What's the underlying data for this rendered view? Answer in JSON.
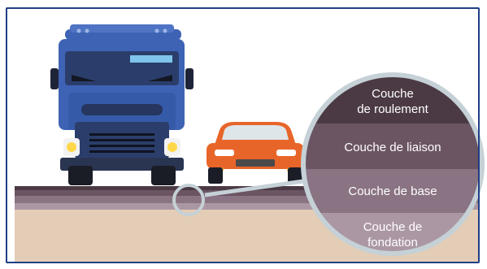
{
  "diagram": {
    "layers": [
      {
        "label": "Couche\nde roulement",
        "color": "#4b3a44"
      },
      {
        "label": "Couche de liaison",
        "color": "#6b5563"
      },
      {
        "label": "Couche de base",
        "color": "#8a7382"
      },
      {
        "label": "Couche de\nfondation",
        "color": "#ab97a4"
      }
    ],
    "colors": {
      "frame": "#1f3f86",
      "ground": "#e4cdb6",
      "truck": "#3e63b5",
      "car": "#e8652a",
      "magnifier_ring": "#c5d1d6"
    },
    "icons": [
      "truck-icon",
      "car-icon",
      "magnifier-icon"
    ]
  }
}
